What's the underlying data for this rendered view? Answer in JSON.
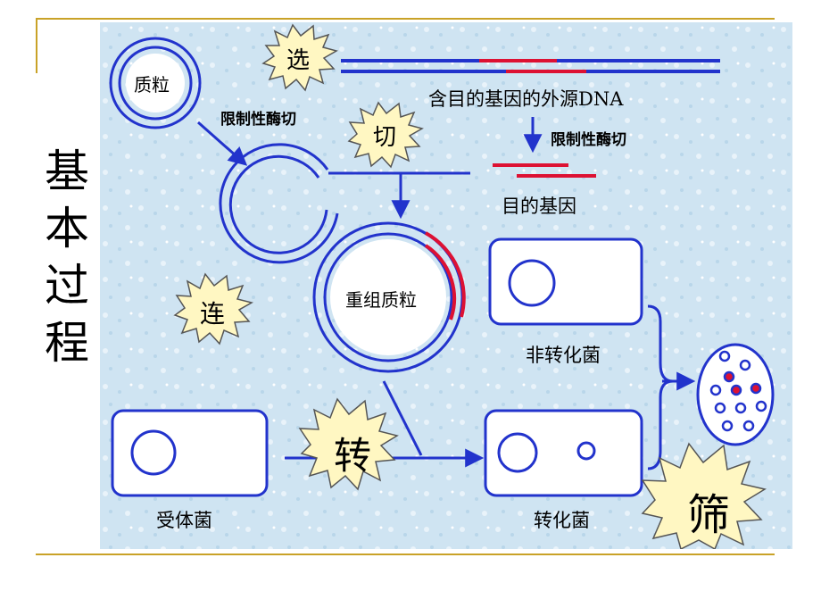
{
  "side_title": [
    "基",
    "本",
    "过",
    "程"
  ],
  "labels": {
    "plasmid": "质粒",
    "enzyme_cut_1": "限制性酶切",
    "foreign_dna": "含目的基因的外源DNA",
    "enzyme_cut_2": "限制性酶切",
    "target_gene": "目的基因",
    "recombinant_plasmid": "重组质粒",
    "non_transformed": "非转化菌",
    "recipient": "受体菌",
    "transformed": "转化菌"
  },
  "steps": {
    "select": "选",
    "cut": "切",
    "link": "连",
    "transform": "转",
    "screen": "筛"
  },
  "colors": {
    "dna_blue": "#2233cc",
    "gene_red": "#dd1133",
    "burst_fill": "#fff7c2",
    "accent_rule": "#c9a227",
    "panel_bg": "#cfe4f2"
  }
}
